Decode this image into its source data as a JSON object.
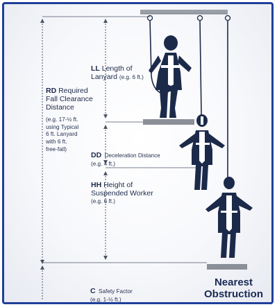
{
  "rd": {
    "abbr": "RD",
    "title_rest": "Required",
    "title_line2": "Fall Clearance",
    "title_line3": "Distance",
    "note_lines": [
      "(e.g. 17-½ ft.",
      "using Typical",
      "6 ft. Lanyard",
      "with 6 ft.",
      "free-fall)"
    ]
  },
  "ll": {
    "abbr": "LL",
    "title_rest": "Length of",
    "title_line2": "Lanyard",
    "note": "(e.g. 6 ft.)"
  },
  "dd": {
    "abbr": "DD",
    "title_rest": "Deceleration Distance",
    "note": "(e.g. 4 ft.)"
  },
  "hh": {
    "abbr": "HH",
    "title_rest": "Height of",
    "title_line2": "Suspended Worker",
    "note": "(e.g. 6 ft.)"
  },
  "c": {
    "abbr": "C",
    "title_rest": "Safety Factor",
    "note": "(e.g. 1-½ ft.)"
  },
  "obstruction": {
    "line1": "Nearest",
    "line2": "Obstruction"
  },
  "colors": {
    "border": "#1f3f9a",
    "figure": "#1c2a4a",
    "harness": "#ffffff",
    "platform": "#8a8f98",
    "dimension_line": "#4a5366"
  },
  "icons": [
    "worker-standing-icon",
    "worker-falling-icon",
    "worker-suspended-icon",
    "anchor-beam-icon"
  ]
}
